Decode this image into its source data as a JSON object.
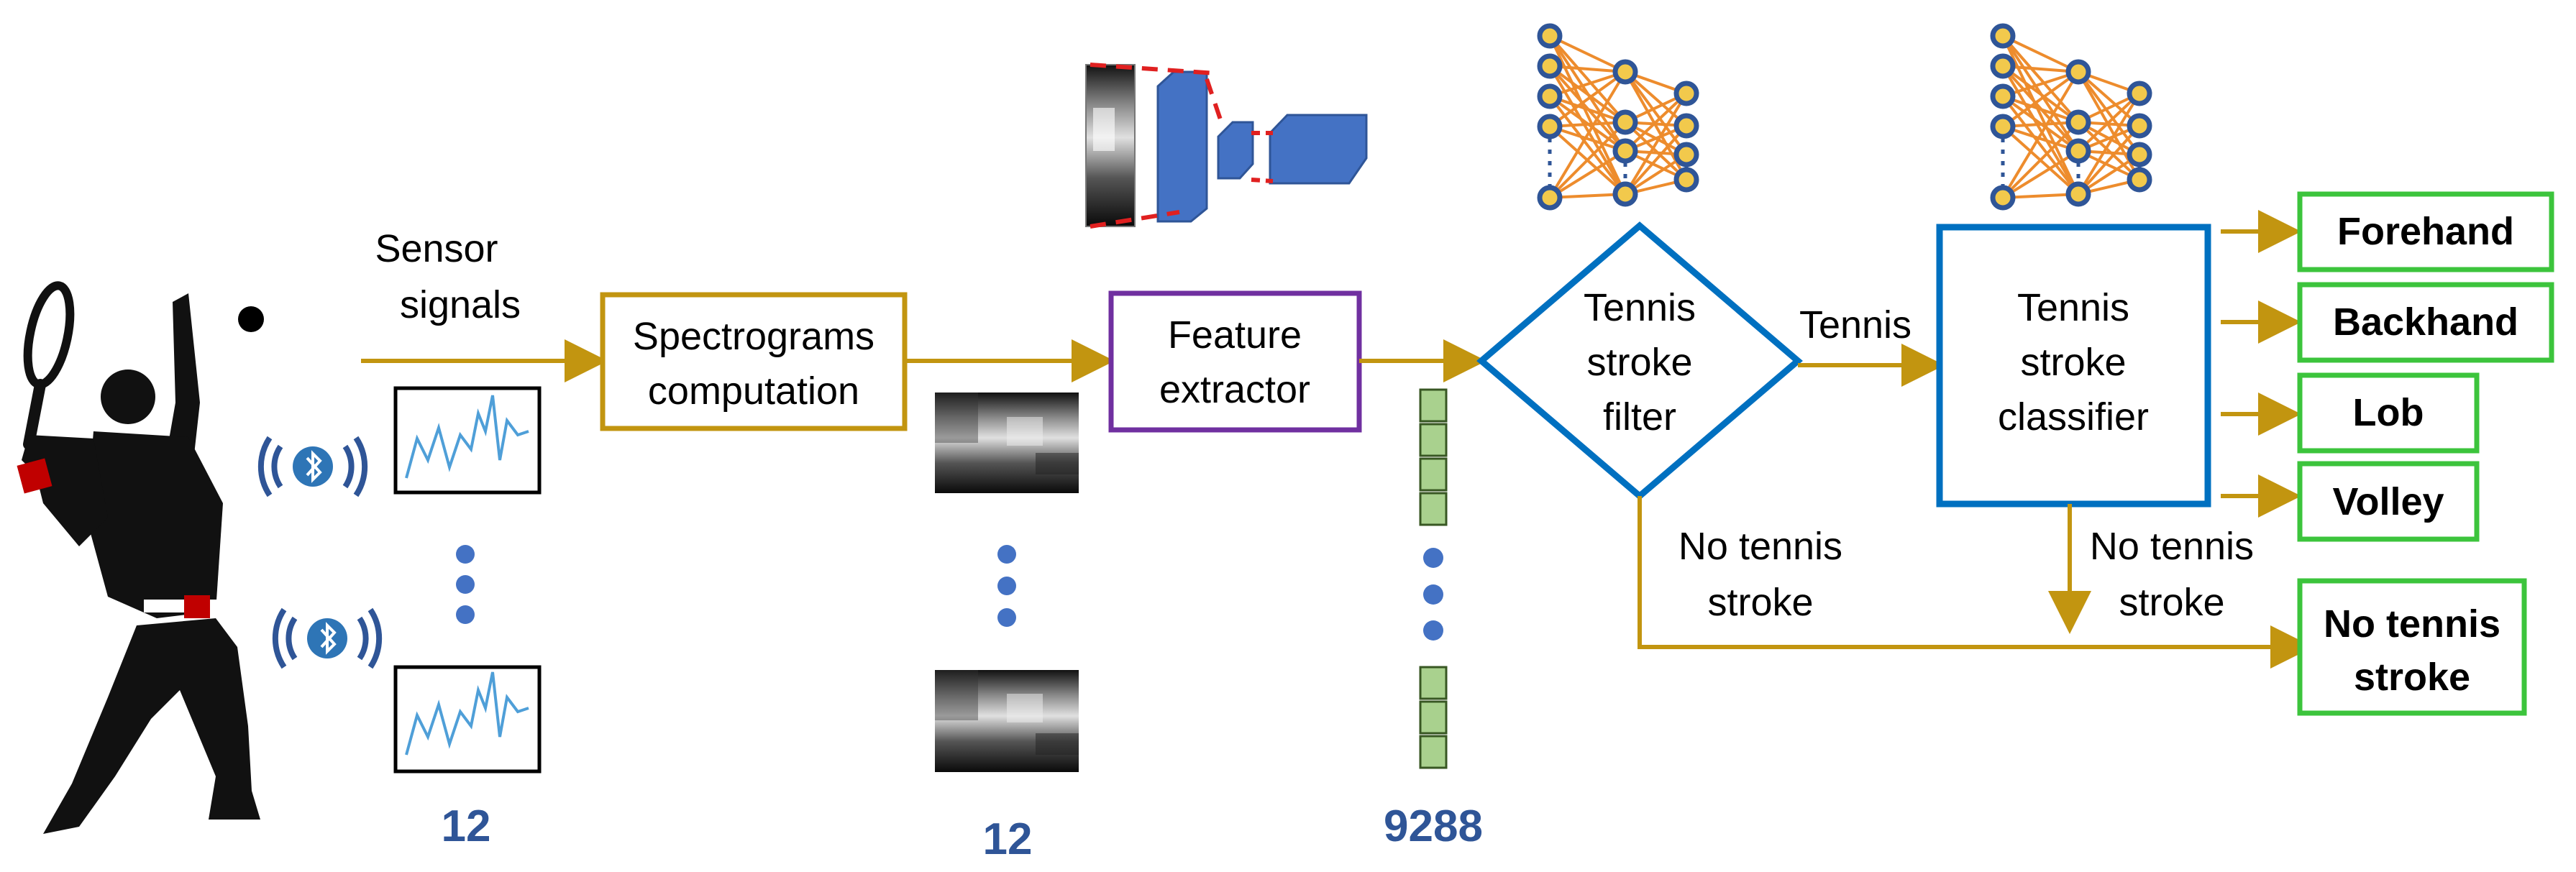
{
  "labels": {
    "sensor_signals_line1": "Sensor",
    "sensor_signals_line2": "signals",
    "spectrograms_line1": "Spectrograms",
    "spectrograms_line2": "computation",
    "feature_line1": "Feature",
    "feature_line2": "extractor",
    "filter_line1": "Tennis",
    "filter_line2": "stroke",
    "filter_line3": "filter",
    "tennis_edge": "Tennis",
    "classifier_line1": "Tennis",
    "classifier_line2": "stroke",
    "classifier_line3": "classifier",
    "no_stroke_left_line1": "No tennis",
    "no_stroke_left_line2": "stroke",
    "no_stroke_right_line1": "No tennis",
    "no_stroke_right_line2": "stroke"
  },
  "counts": {
    "sensors": "12",
    "spectrograms": "12",
    "features": "9288"
  },
  "outputs": {
    "forehand": "Forehand",
    "backhand": "Backhand",
    "lob": "Lob",
    "volley": "Volley",
    "no_stroke_line1": "No tennis",
    "no_stroke_line2": "stroke"
  },
  "colors": {
    "arrow": "#C29510",
    "spectro_box": "#C29510",
    "feature_box": "#7030A0",
    "decision": "#0070C0",
    "output_box": "#3CC43C",
    "count_text": "#2F5597",
    "signal_line": "#4F9FD8",
    "dot": "#4472C4",
    "feature_cell": "#A9D18E",
    "nn_line": "#ED8C2D",
    "cnn_block": "#4472C4",
    "cnn_dash": "#E02020"
  }
}
